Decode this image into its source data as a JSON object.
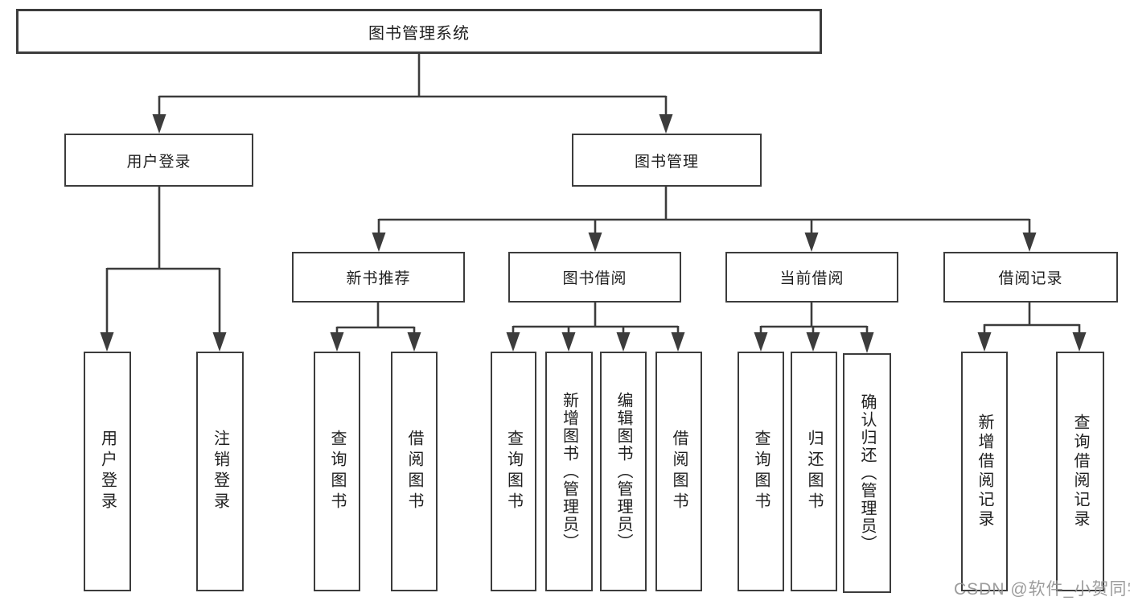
{
  "diagram": {
    "title": "图书管理系统",
    "root": {
      "label": "图书管理系统"
    },
    "level2": [
      {
        "id": "user-login",
        "label": "用户登录"
      },
      {
        "id": "book-management",
        "label": "图书管理"
      }
    ],
    "level3": [
      {
        "id": "new-book-recommendation",
        "label": "新书推荐"
      },
      {
        "id": "book-borrowing",
        "label": "图书借阅"
      },
      {
        "id": "current-borrowing",
        "label": "当前借阅"
      },
      {
        "id": "borrowing-records",
        "label": "借阅记录"
      }
    ],
    "leaves": [
      {
        "id": "user-login-leaf",
        "label": "用户登录"
      },
      {
        "id": "logout-leaf",
        "label": "注销登录"
      },
      {
        "id": "query-books-recommend",
        "label": "查询图书"
      },
      {
        "id": "borrow-books-recommend",
        "label": "借阅图书"
      },
      {
        "id": "query-books-borrowing",
        "label": "查询图书"
      },
      {
        "id": "add-books-admin",
        "label": "新增图书（管理员）"
      },
      {
        "id": "edit-books-admin",
        "label": "编辑图书（管理员）"
      },
      {
        "id": "borrow-books-borrowing",
        "label": "借阅图书"
      },
      {
        "id": "query-books-current",
        "label": "查询图书"
      },
      {
        "id": "return-books",
        "label": "归还图书"
      },
      {
        "id": "confirm-return-admin",
        "label": "确认归还（管理员）"
      },
      {
        "id": "add-borrow-record",
        "label": "新增借阅记录"
      },
      {
        "id": "query-borrow-record",
        "label": "查询借阅记录"
      }
    ],
    "line_color": "#3c3c3c",
    "text_color": "#1f1f1f",
    "background_color": "#ffffff"
  },
  "watermark": {
    "text": "CSDN @软件_小贺同学"
  }
}
